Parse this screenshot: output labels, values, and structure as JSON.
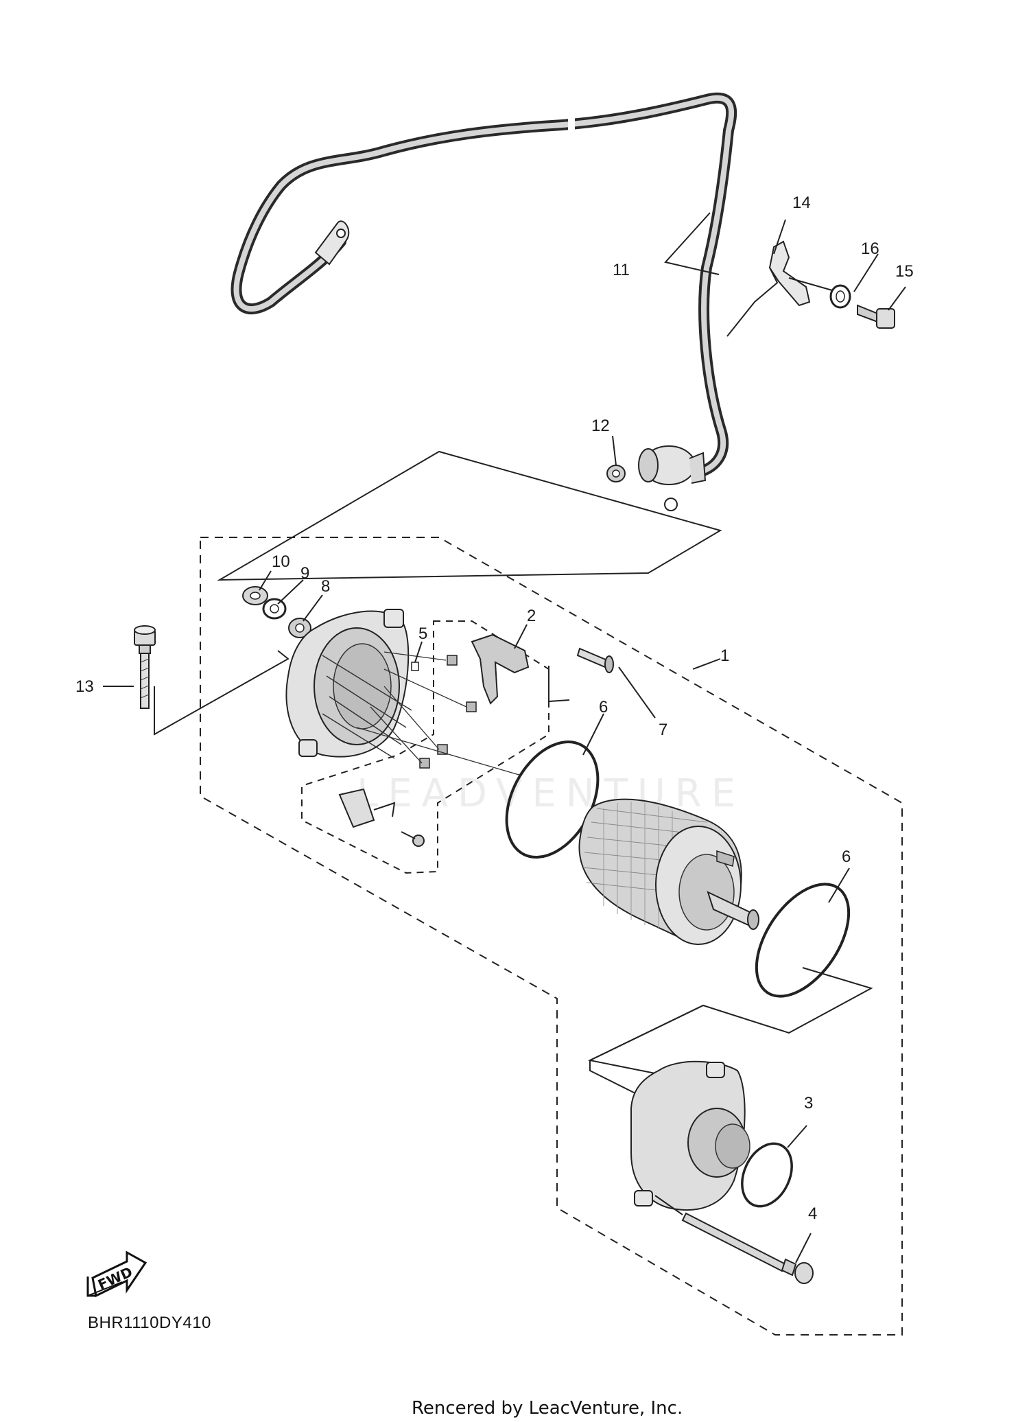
{
  "diagram": {
    "part_code": "BHR1110DY410",
    "footer_credit": "Rencered by LeacVenture, Inc.",
    "watermark": "LEADVENTURE",
    "fwd_label": "FWD",
    "callouts": {
      "c1": "1",
      "c2": "2",
      "c3": "3",
      "c4": "4",
      "c5": "5",
      "c6a": "6",
      "c6b": "6",
      "c7": "7",
      "c8": "8",
      "c9": "9",
      "c10": "10",
      "c11": "11",
      "c12": "12",
      "c13": "13",
      "c14": "14",
      "c15": "15",
      "c16": "16"
    }
  }
}
